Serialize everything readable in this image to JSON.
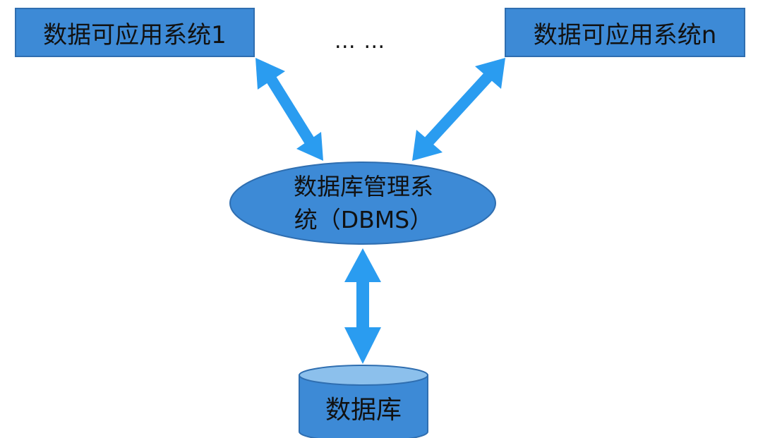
{
  "diagram": {
    "app_system_1": "数据可应用系统1",
    "app_system_n": "数据可应用系统n",
    "ellipsis": "… …",
    "dbms_line1": "数据库管理系",
    "dbms_line2": "统（DBMS）",
    "database": "数据库"
  },
  "colors": {
    "box_fill": "#3d8ad6",
    "box_stroke": "#2f6eb0",
    "arrow": "#2a9cf0",
    "cylinder_top": "#8cc0ec",
    "text": "#111111"
  }
}
